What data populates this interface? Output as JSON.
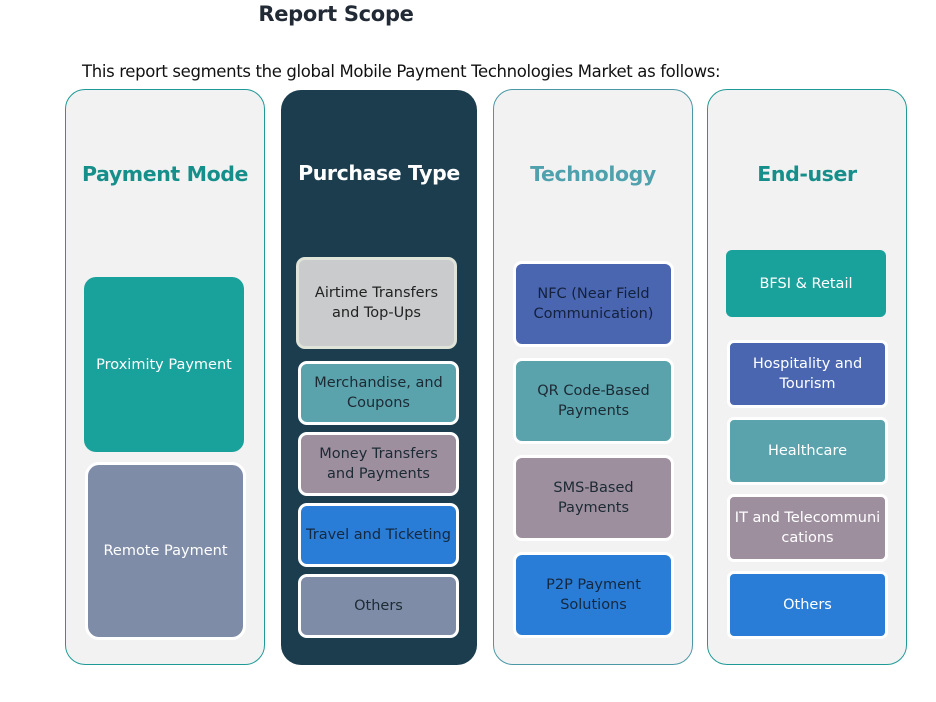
{
  "header": {
    "title": "Report Scope",
    "subtitle": "This report segments the global Mobile Payment Technologies Market as follows:"
  },
  "colors": {
    "teal": "#19a19c",
    "dark_panel": "#1b3d4e",
    "slate": "#7f8ca8",
    "light_gray": "#c9cbcc",
    "steel_teal": "#5aa3ad",
    "mauve": "#9e8f9f",
    "blue": "#2a7dd6",
    "indigo": "#4a66b0",
    "tech_heading": "#4fa1ad"
  },
  "columns": [
    {
      "heading": "Payment Mode",
      "items": [
        "Proximity Payment",
        "Remote Payment"
      ]
    },
    {
      "heading": "Purchase Type",
      "items": [
        "Airtime Transfers and Top-Ups",
        "Merchandise, and Coupons",
        "Money Transfers and Payments",
        "Travel and Ticketing",
        "Others"
      ]
    },
    {
      "heading": "Technology",
      "items": [
        "NFC (Near Field Communication)",
        "QR Code-Based Payments",
        "SMS-Based Payments",
        "P2P Payment Solutions"
      ]
    },
    {
      "heading": "End-user",
      "items": [
        "BFSI & Retail",
        "Hospitality and Tourism",
        "Healthcare",
        "IT and Telecommunications",
        "Others"
      ]
    }
  ]
}
